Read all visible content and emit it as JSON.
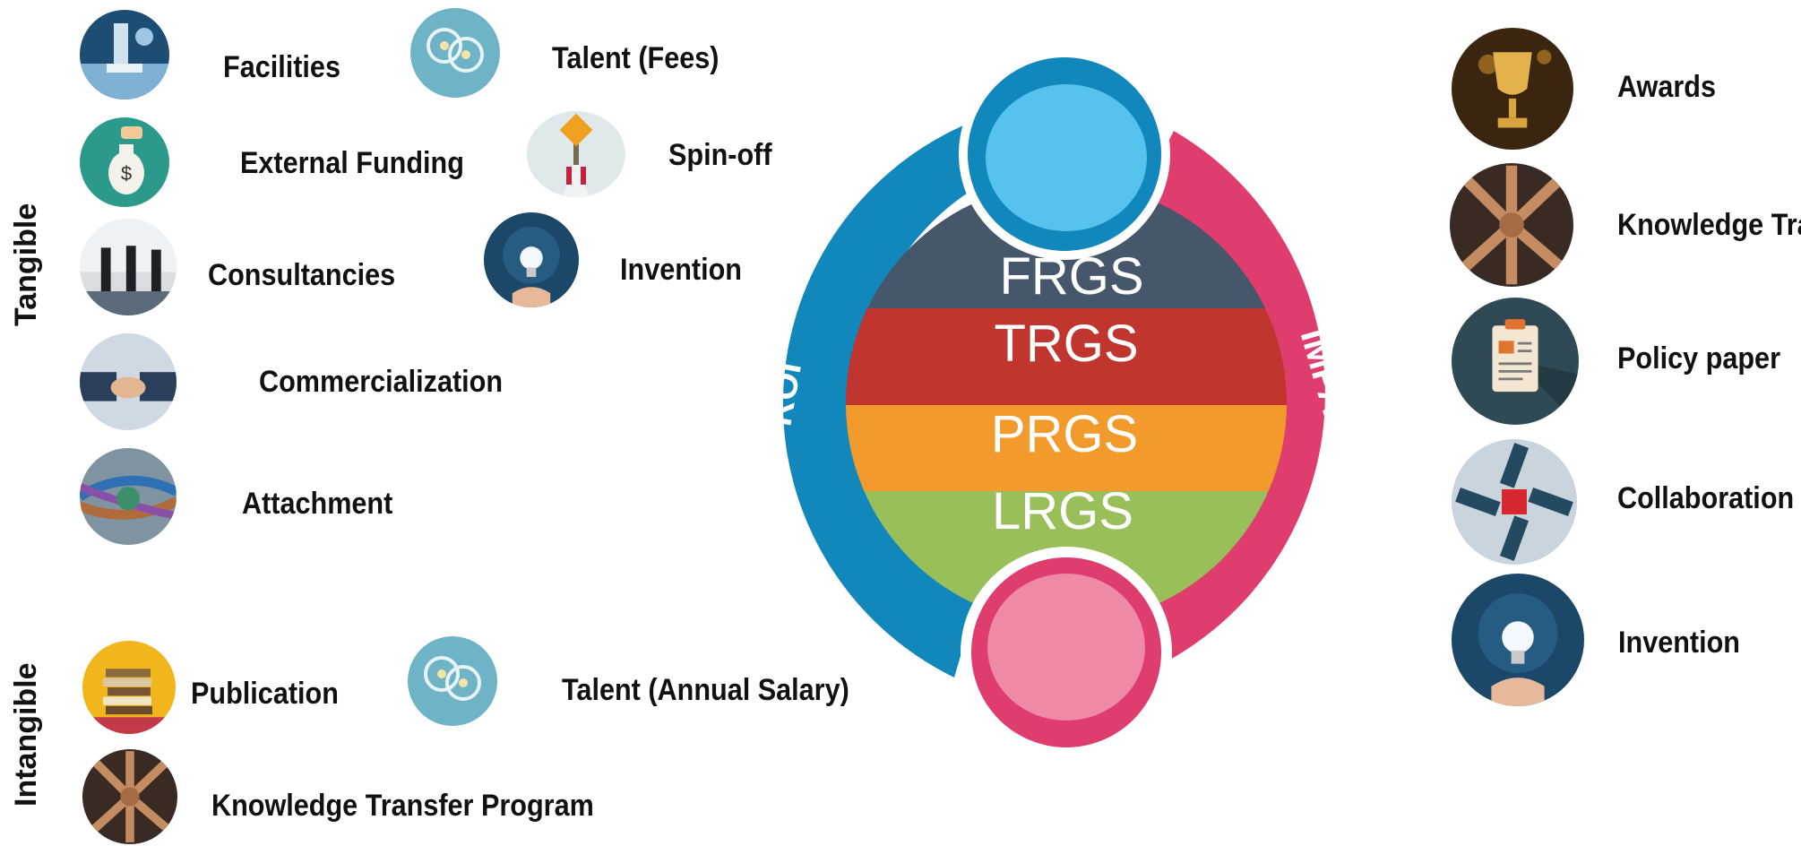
{
  "side_labels": {
    "tangible": "Tangible",
    "intangible": "Intangible"
  },
  "left_items": {
    "facilities": "Facilities",
    "talent_fees": "Talent (Fees)",
    "external_funding": "External Funding",
    "spin_off": "Spin-off",
    "consultancies": "Consultancies",
    "invention": "Invention",
    "commercialization": "Commercialization",
    "attachment": "Attachment",
    "publication": "Publication",
    "talent_salary": "Talent (Annual Salary)",
    "ktp": "Knowledge Transfer Program"
  },
  "center": {
    "left_arc": "ROI",
    "right_arc": "IMPACT",
    "bands": [
      "FRGS",
      "TRGS",
      "PRGS",
      "LRGS"
    ],
    "colors": {
      "blue": "#1287bc",
      "pink": "#de3d6e",
      "top_node": "#56c3ef",
      "bottom_node": "#ee8aa3",
      "band1": "#46566b",
      "band2": "#c0352e",
      "band3": "#f29a2b",
      "band4": "#98bf5a"
    }
  },
  "right_items": {
    "awards": "Awards",
    "ktp": "Knowledge Tra",
    "policy": "Policy paper",
    "collaboration": "Collaboration",
    "invention": "Invention"
  }
}
